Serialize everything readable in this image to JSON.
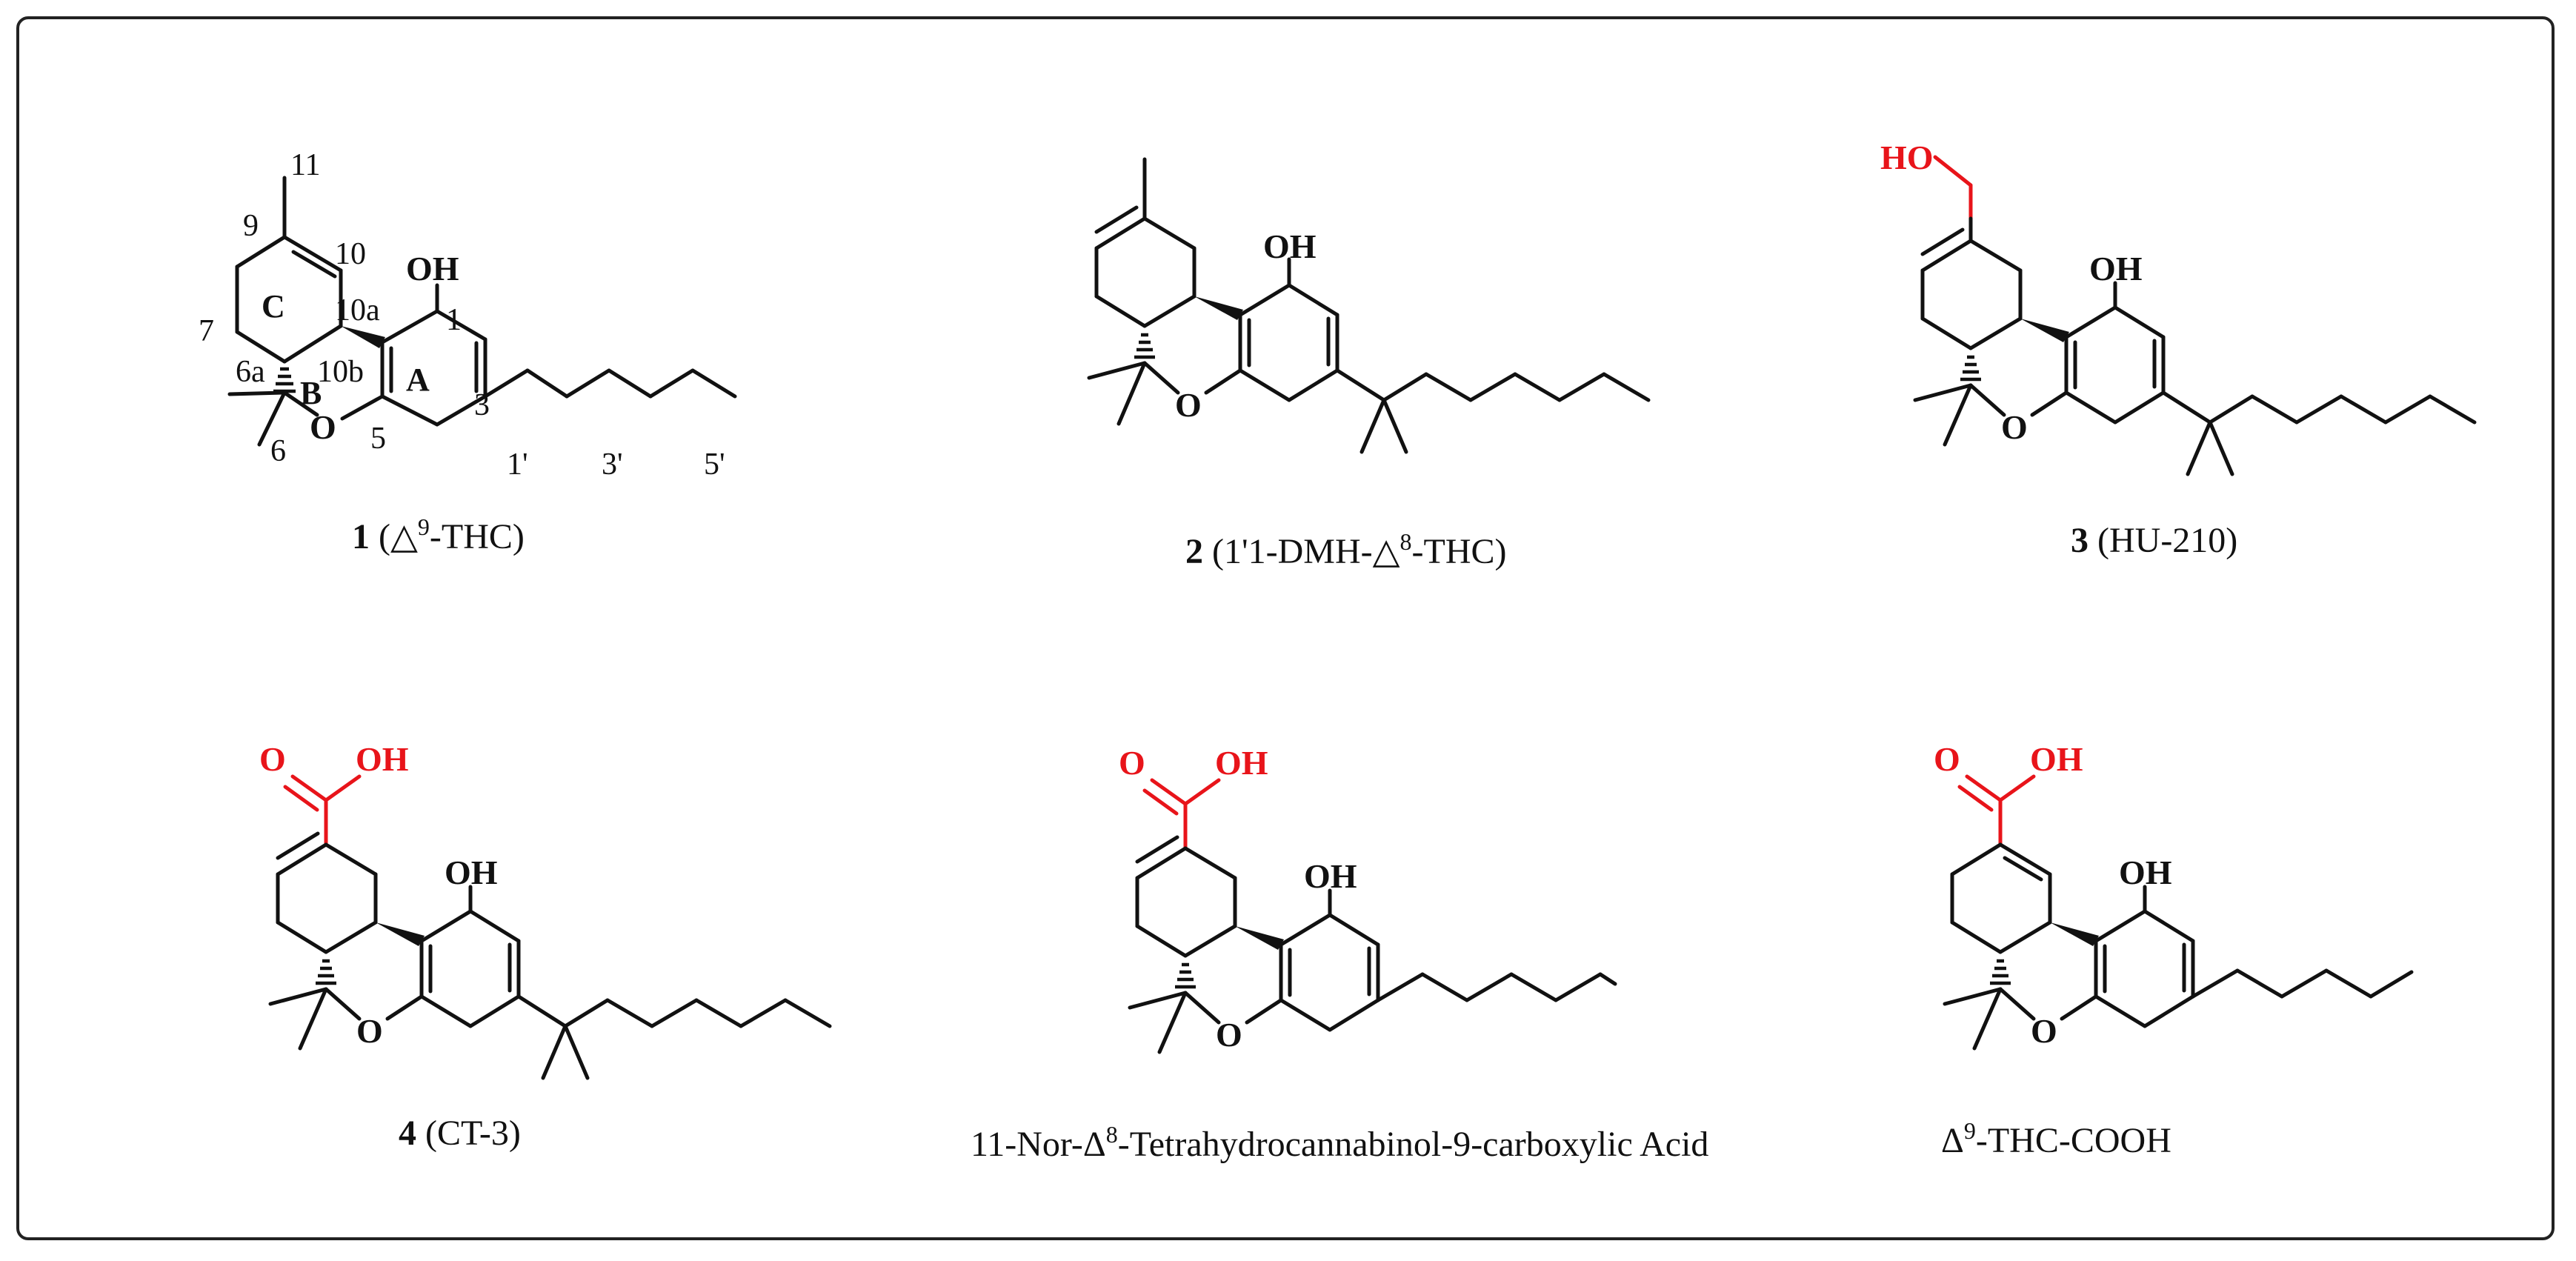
{
  "compounds": [
    {
      "id": "c1",
      "number": "1",
      "name_pre": " (△",
      "name_sup": "9",
      "name_post": "-THC)",
      "labels": {
        "oh": "OH",
        "o": "O"
      },
      "ring_labels": [
        "A",
        "B",
        "C"
      ],
      "atom_numbers": [
        "11",
        "9",
        "10",
        "10a",
        "1",
        "7",
        "6a",
        "10b",
        "3",
        "6",
        "5",
        "1'",
        "3'",
        "5'"
      ]
    },
    {
      "id": "c2",
      "number": "2",
      "name_pre": " (1'1-DMH-△",
      "name_sup": "8",
      "name_post": "-THC)",
      "labels": {
        "oh": "OH",
        "o": "O"
      }
    },
    {
      "id": "c3",
      "number": "3",
      "name_pre": " (HU-210)",
      "name_sup": "",
      "name_post": "",
      "labels": {
        "oh": "OH",
        "o": "O",
        "ho_red": "HO"
      }
    },
    {
      "id": "c4",
      "number": "4",
      "name_pre": " (CT-3)",
      "name_sup": "",
      "name_post": "",
      "labels": {
        "oh": "OH",
        "o": "O",
        "acid_o": "O",
        "acid_oh": "OH"
      }
    },
    {
      "id": "c5",
      "number": "",
      "name_pre": "11-Nor-Δ",
      "name_sup": "8",
      "name_post": "-Tetrahydrocannabinol-9-carboxylic Acid",
      "labels": {
        "oh": "OH",
        "o": "O",
        "acid_o": "O",
        "acid_oh": "OH"
      }
    },
    {
      "id": "c6",
      "number": "",
      "name_pre": "Δ",
      "name_sup": "9",
      "name_post": "-THC-COOH",
      "labels": {
        "oh": "OH",
        "o": "O",
        "acid_o": "O",
        "acid_oh": "OH"
      }
    }
  ],
  "colors": {
    "bond": "#111111",
    "highlight": "#e8141a",
    "frame": "#222222"
  }
}
